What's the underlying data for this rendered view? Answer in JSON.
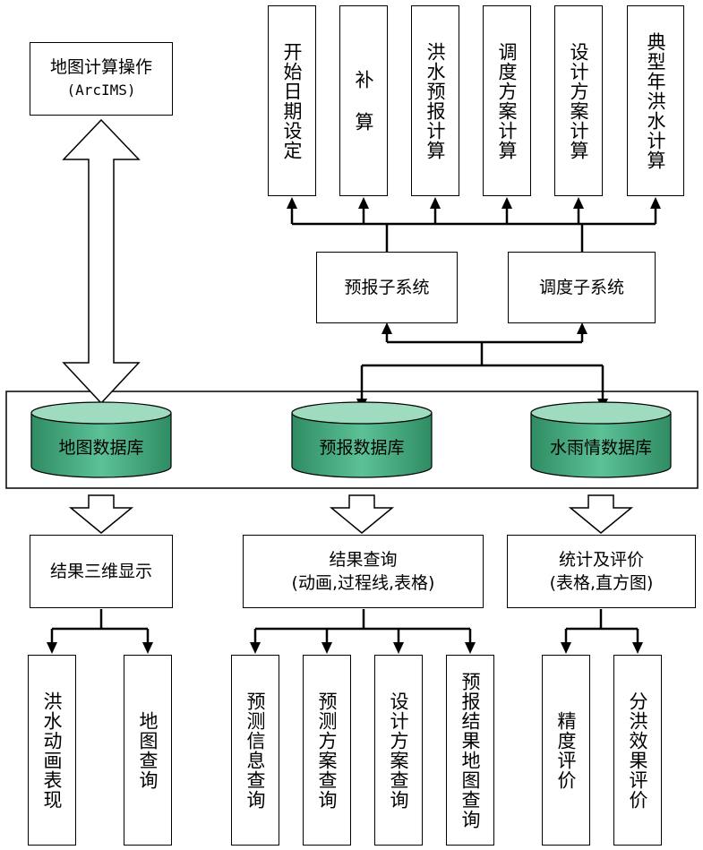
{
  "colors": {
    "db_top": "#9fdcbf",
    "db_body": "#3e9e74",
    "line": "#000000"
  },
  "map_ops": {
    "line1": "地图计算操作",
    "line2": "(ArcIMS)"
  },
  "top_boxes": [
    {
      "label": "开始日期设定"
    },
    {
      "label": "补  算"
    },
    {
      "label": "洪水预报计算"
    },
    {
      "label": "调度方案计算"
    },
    {
      "label": "设计方案计算"
    },
    {
      "label": "典型年洪水计算"
    }
  ],
  "forecast_subsystem": "预报子系统",
  "dispatch_subsystem": "调度子系统",
  "databases": [
    {
      "label": "地图数据库"
    },
    {
      "label": "预报数据库"
    },
    {
      "label": "水雨情数据库"
    }
  ],
  "display_3d": "结果三维显示",
  "result_query": {
    "line1": "结果查询",
    "line2": "(动画,过程线,表格)"
  },
  "stats_eval": {
    "line1": "统计及评价",
    "line2": "(表格,直方图)"
  },
  "bottom_boxes": [
    {
      "label": "洪水动画表现"
    },
    {
      "label": "地图查询"
    },
    {
      "label": "预测信息查询"
    },
    {
      "label": "预测方案查询"
    },
    {
      "label": "设计方案查询"
    },
    {
      "label": "预报结果地图查询"
    },
    {
      "label": "精度评价"
    },
    {
      "label": "分洪效果评价"
    }
  ]
}
